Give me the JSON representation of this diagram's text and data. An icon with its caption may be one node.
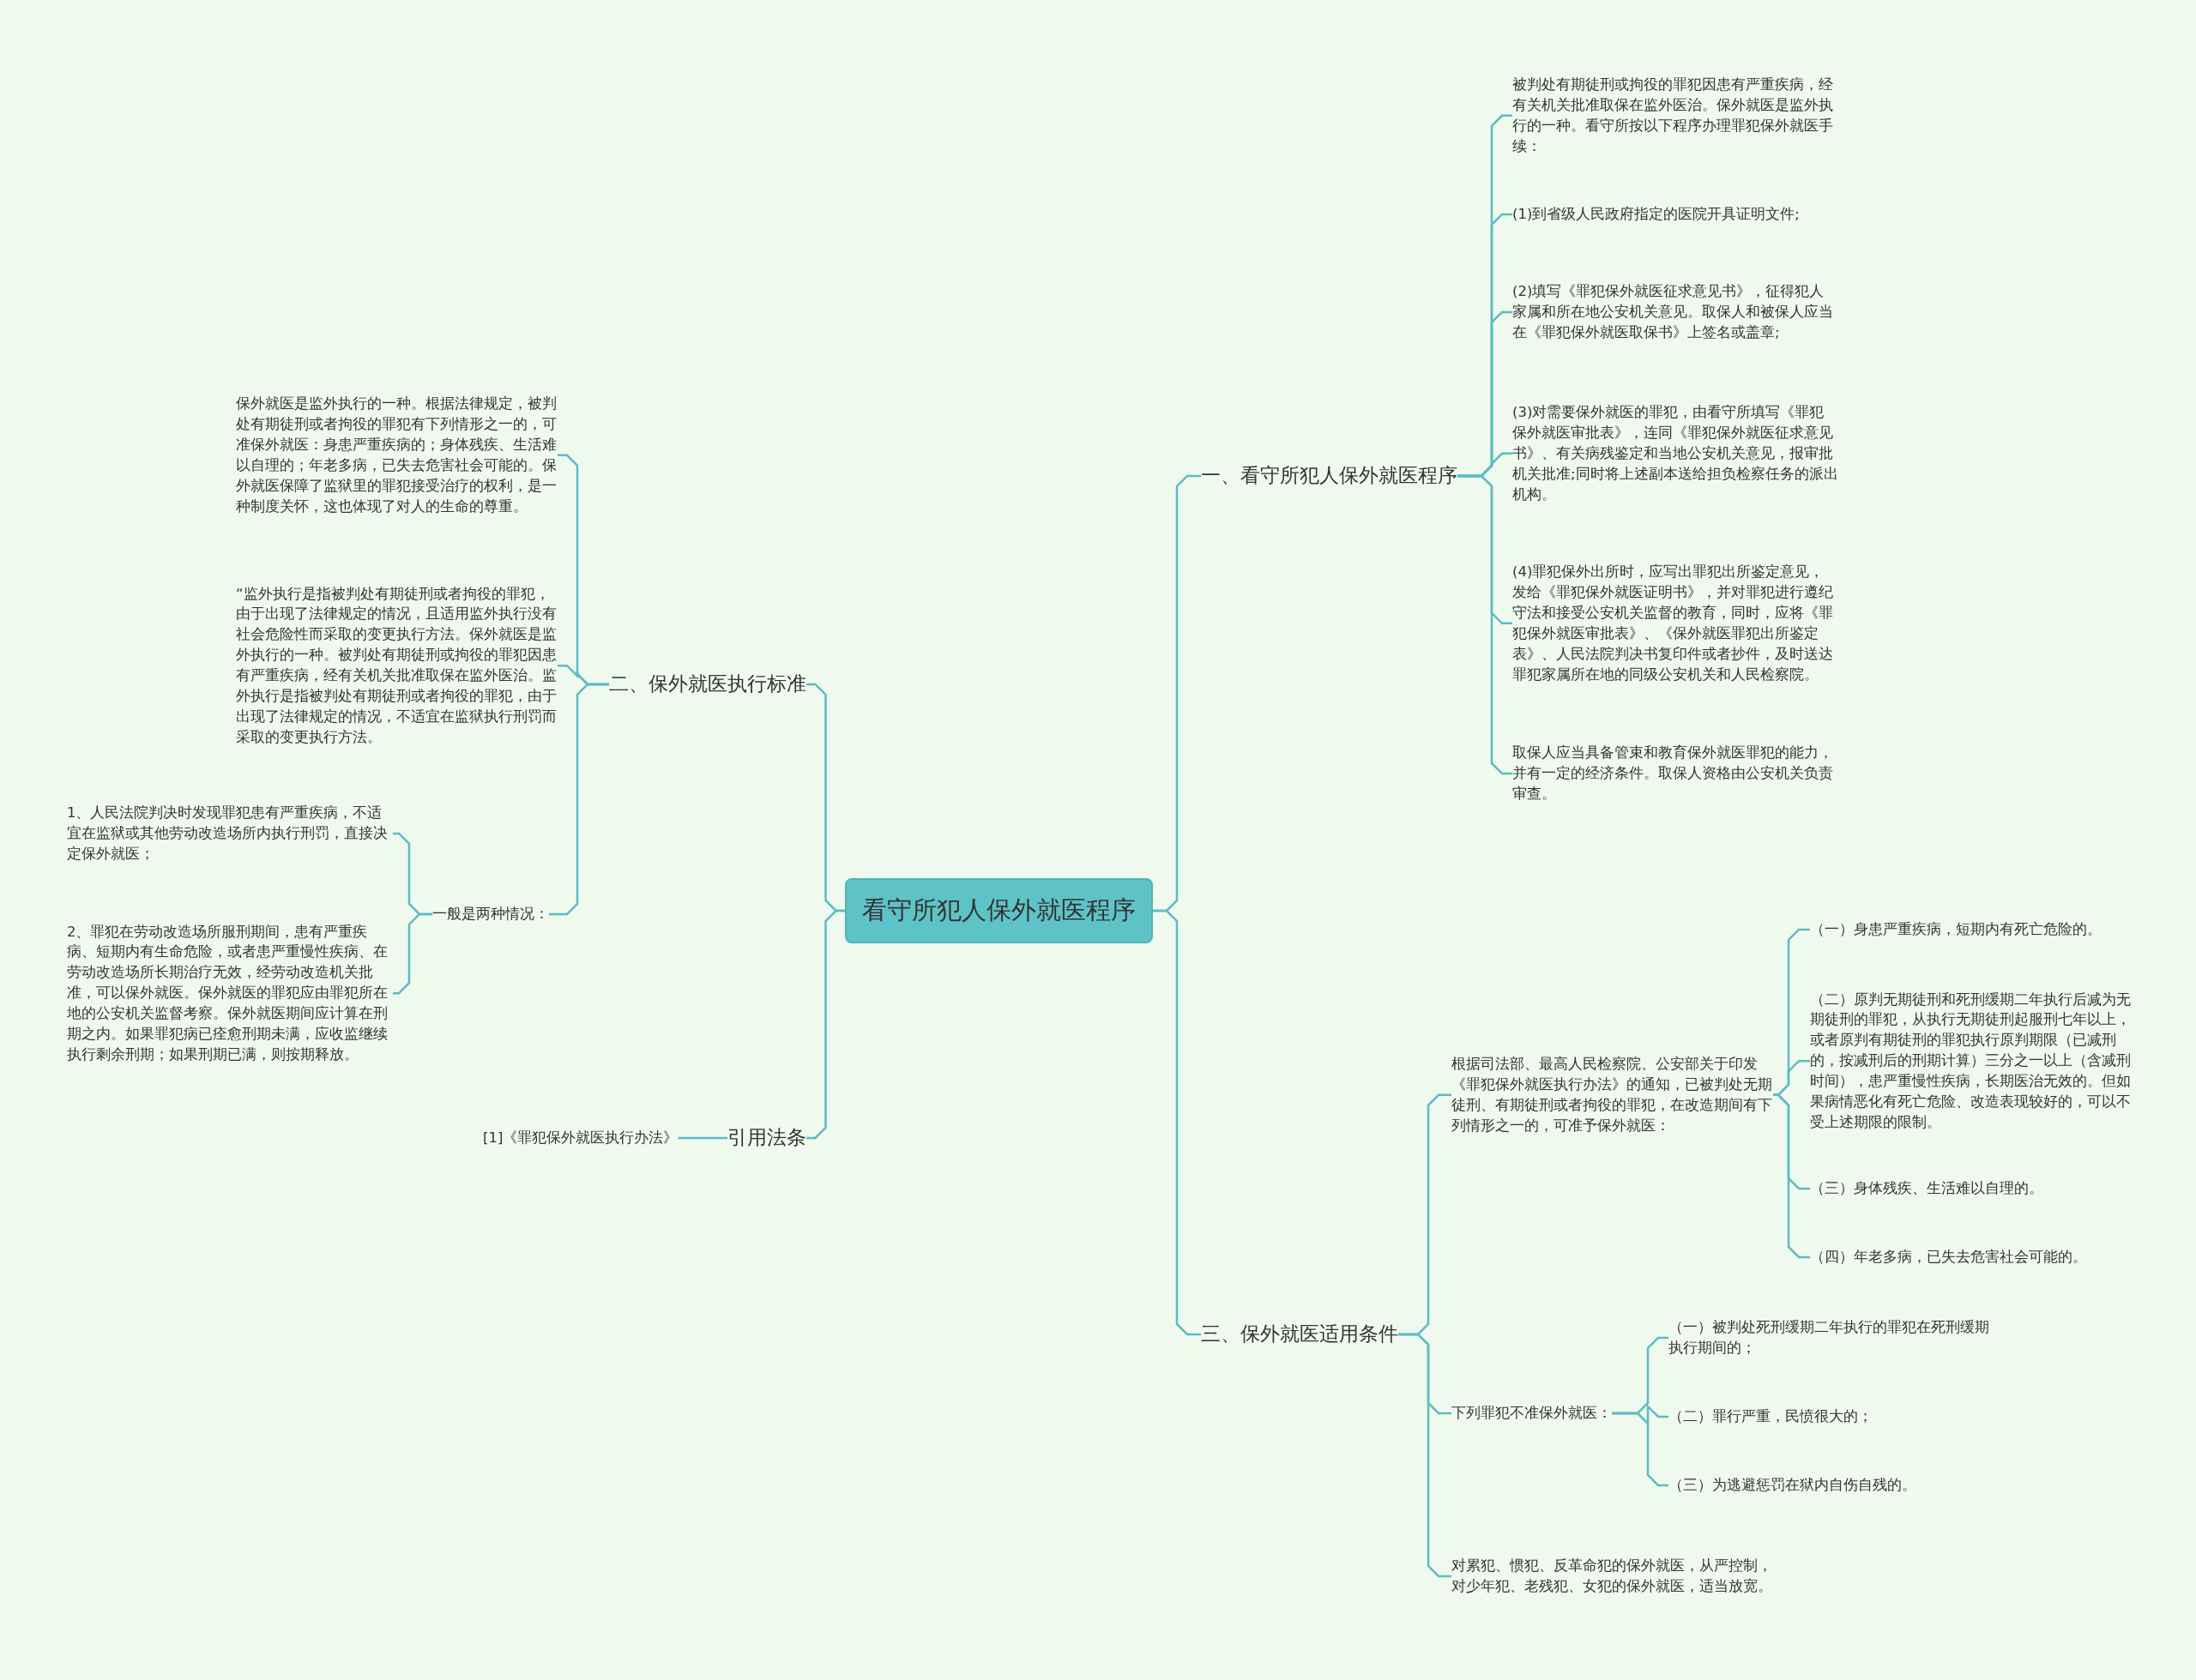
{
  "diagram": {
    "nodes": [
      {
        "text": [
          "看守所犯人保外就医程序"
        ]
      },
      {
        "text": [
          "一、看守所犯人保外就医程序"
        ]
      },
      {
        "text": [
          "被判处有期徒刑或拘役的罪犯因患有严重疾病，经有关机关批准取保在监外医治。保外就医是监外执行的一种。看守所按以下程序办理罪犯保外就医手续："
        ]
      },
      {
        "text": [
          "(1)到省级人民政府指定的医院开具证明文件;"
        ]
      },
      {
        "text": [
          "(2)填写《罪犯保外就医征求意见书》，征得犯人家属和所在地公安机关意见。取保人和被保人应当在《罪犯保外就医取保书》上签名或盖章;"
        ]
      },
      {
        "text": [
          "(3)对需要保外就医的罪犯，由看守所填写《罪犯保外就医审批表》，连同《罪犯保外就医征求意见书》、有关病残鉴定和当地公安机关意见，报审批机关批准;同时将上述副本送给担负检察任务的派出机构。"
        ]
      },
      {
        "text": [
          "(4)罪犯保外出所时，应写出罪犯出所鉴定意见，发给《罪犯保外就医证明书》，并对罪犯进行遵纪守法和接受公安机关监督的教育，同时，应将《罪犯保外就医审批表》、《保外就医罪犯出所鉴定表》、人民法院判决书复印件或者抄件，及时送达罪犯家属所在地的同级公安机关和人民检察院。"
        ]
      },
      {
        "text": [
          "取保人应当具备管束和教育保外就医罪犯的能力，并有一定的经济条件。取保人资格由公安机关负责审查。"
        ]
      },
      {
        "text": [
          "二、保外就医执行标准"
        ]
      },
      {
        "text": [
          "保外就医是监外执行的一种。根据法律规定，被判处有期徒刑或者拘役的罪犯有下列情形之一的，可准保外就医：身患严重疾病的；身体残疾、生活难以自理的；年老多病，已失去危害社会可能的。保外就医保障了监狱里的罪犯接受治疗的权利，是一种制度关怀，这也体现了对人的生命的尊重。"
        ]
      },
      {
        "text": [
          "“监外执行是指被判处有期徒刑或者拘役的罪犯，由于出现了法律规定的情况，且适用监外执行没有社会危险性而采取的变更执行方法。保外就医是监外执行的一种。被判处有期徒刑或拘役的罪犯因患有严重疾病，经有关机关批准取保在监外医治。监外执行是指被判处有期徒刑或者拘役的罪犯，由于出现了法律规定的情况，不适宜在监狱执行刑罚而采取的变更执行方法。"
        ]
      },
      {
        "text": [
          "一般是两种情况："
        ]
      },
      {
        "text": [
          "1、人民法院判决时发现罪犯患有严重疾病，不适宜在监狱或其他劳动改造场所内执行刑罚，直接决定保外就医；"
        ]
      },
      {
        "text": [
          "2、罪犯在劳动改造场所服刑期间，患有严重疾病、短期内有生命危险，或者患严重慢性疾病、在劳动改造场所长期治疗无效，经劳动改造机关批准，可以保外就医。保外就医的罪犯应由罪犯所在地的公安机关监督考察。保外就医期间应计算在刑期之内。如果罪犯病已痊愈刑期未满，应收监继续执行剩余刑期；如果刑期已满，则按期释放。"
        ]
      },
      {
        "text": [
          "引用法条"
        ]
      },
      {
        "text": [
          "[1]《罪犯保外就医执行办法》"
        ]
      },
      {
        "text": [
          "三、保外就医适用条件"
        ]
      },
      {
        "text": [
          "根据司法部、最高人民检察院、公安部关于印发《罪犯保外就医执行办法》的通知，已被判处无期徒刑、有期徒刑或者拘役的罪犯，在改造期间有下列情形之一的，可准予保外就医："
        ]
      },
      {
        "text": [
          "（一）身患严重疾病，短期内有死亡危险的。"
        ]
      },
      {
        "text": [
          "（二）原判无期徒刑和死刑缓期二年执行后减为无期徒刑的罪犯，从执行无期徒刑起服刑七年以上，或者原判有期徒刑的罪犯执行原判期限（已减刑的，按减刑后的刑期计算）三分之一以上（含减刑时间），患严重慢性疾病，长期医治无效的。但如果病情恶化有死亡危险、改造表现较好的，可以不受上述期限的限制。"
        ]
      },
      {
        "text": [
          "（三）身体残疾、生活难以自理的。"
        ]
      },
      {
        "text": [
          "（四）年老多病，已失去危害社会可能的。"
        ]
      },
      {
        "text": [
          "下列罪犯不准保外就医："
        ]
      },
      {
        "text": [
          "（一）被判处死刑缓期二年执行的罪犯在死刑缓期执行期间的；"
        ]
      },
      {
        "text": [
          "（二）罪行严重，民愤很大的；"
        ]
      },
      {
        "text": [
          "（三）为逃避惩罚在狱内自伤自残的。"
        ]
      },
      {
        "text": [
          "对累犯、惯犯、反革命犯的保外就医，从严控制，对少年犯、老残犯、女犯的保外就医，适当放宽。"
        ]
      }
    ],
    "edges": [
      {
        "from": 0,
        "to": 1,
        "arrow": "none"
      },
      {
        "from": 1,
        "to": 2,
        "arrow": "none"
      },
      {
        "from": 1,
        "to": 3,
        "arrow": "none"
      },
      {
        "from": 1,
        "to": 4,
        "arrow": "none"
      },
      {
        "from": 1,
        "to": 5,
        "arrow": "none"
      },
      {
        "from": 1,
        "to": 6,
        "arrow": "none"
      },
      {
        "from": 1,
        "to": 7,
        "arrow": "none"
      },
      {
        "from": 0,
        "to": 8,
        "arrow": "none"
      },
      {
        "from": 8,
        "to": 9,
        "arrow": "none"
      },
      {
        "from": 8,
        "to": 10,
        "arrow": "none"
      },
      {
        "from": 8,
        "to": 11,
        "arrow": "none"
      },
      {
        "from": 11,
        "to": 12,
        "arrow": "none"
      },
      {
        "from": 11,
        "to": 13,
        "arrow": "none"
      },
      {
        "from": 0,
        "to": 14,
        "arrow": "none"
      },
      {
        "from": 14,
        "to": 15,
        "arrow": "none"
      },
      {
        "from": 0,
        "to": 16,
        "arrow": "none"
      },
      {
        "from": 16,
        "to": 17,
        "arrow": "none"
      },
      {
        "from": 17,
        "to": 18,
        "arrow": "none"
      },
      {
        "from": 17,
        "to": 19,
        "arrow": "none"
      },
      {
        "from": 17,
        "to": 20,
        "arrow": "none"
      },
      {
        "from": 17,
        "to": 21,
        "arrow": "none"
      },
      {
        "from": 16,
        "to": 22,
        "arrow": "none"
      },
      {
        "from": 22,
        "to": 23,
        "arrow": "none"
      },
      {
        "from": 22,
        "to": 24,
        "arrow": "none"
      },
      {
        "from": 22,
        "to": 25,
        "arrow": "none"
      },
      {
        "from": 16,
        "to": 26,
        "arrow": "none"
      }
    ]
  }
}
